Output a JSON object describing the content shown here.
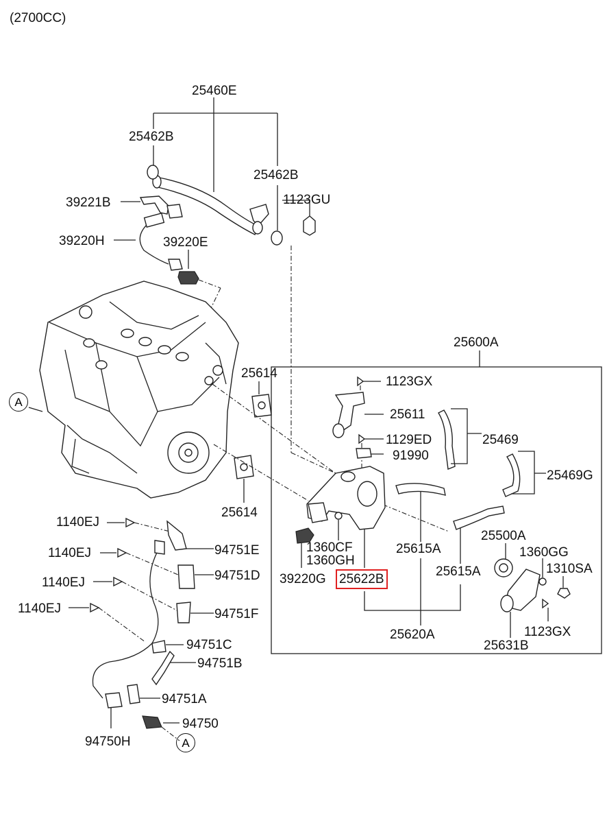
{
  "header": {
    "engine": "(2700CC)"
  },
  "highlight_color": "#e02020",
  "callouts": {
    "c25460E": "25460E",
    "c25462B_top": "25462B",
    "c25462B_right": "25462B",
    "c1123GU": "1123GU",
    "c39221B": "39221B",
    "c39220H": "39220H",
    "c39220E": "39220E",
    "c25600A": "25600A",
    "c25614_top": "25614",
    "c25614_bot": "25614",
    "c1123GX_top": "1123GX",
    "c25611": "25611",
    "c1129ED": "1129ED",
    "c91990": "91990",
    "c25469": "25469",
    "c25469G": "25469G",
    "c25500A": "25500A",
    "c1360GG": "1360GG",
    "c1310SA": "1310SA",
    "c1360CF": "1360CF",
    "c1360GH": "1360GH",
    "c39220G": "39220G",
    "c25622B": "25622B",
    "c25615A_1": "25615A",
    "c25615A_2": "25615A",
    "c25620A": "25620A",
    "c1123GX_bot": "1123GX",
    "c25631B": "25631B",
    "c1140EJ_1": "1140EJ",
    "c1140EJ_2": "1140EJ",
    "c1140EJ_3": "1140EJ",
    "c1140EJ_4": "1140EJ",
    "c94751E": "94751E",
    "c94751D": "94751D",
    "c94751F": "94751F",
    "c94751C": "94751C",
    "c94751B": "94751B",
    "c94751A": "94751A",
    "c94750": "94750",
    "c94750H": "94750H",
    "refA_1": "A",
    "refA_2": "A"
  }
}
